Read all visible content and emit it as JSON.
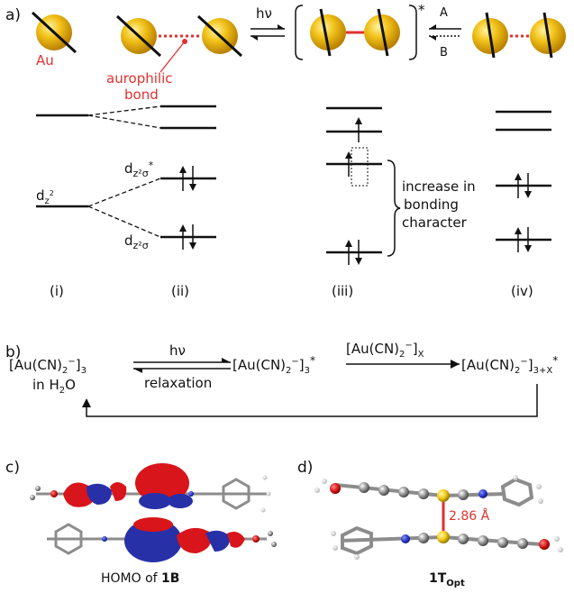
{
  "colors": {
    "gold": "#e8b21c",
    "gold_dark": "#a87a00",
    "bond_red": "#e0312f",
    "orbital_red": "#d8151a",
    "orbital_blue": "#2830a8",
    "carbon_grey": "#8c8c8c",
    "n_blue": "#3a4bd0",
    "o_red": "#d62020",
    "au_yellow": "#f2cc1a"
  },
  "panel_a": {
    "label": "a)",
    "au_label": "Au",
    "aurophilic_line1": "aurophilic",
    "aurophilic_line2": "bond",
    "hv": "hν",
    "excited_star": "*",
    "arrow_a": "A",
    "arrow_b": "B",
    "orbital_dz2": "d",
    "orbital_dz2_sub": "z",
    "orbital_dz2_sup": "2",
    "orbital_sigma_star_base": "d",
    "orbital_sigma_star_sub": "z²σ",
    "orbital_sigma_star_sup": "*",
    "orbital_sigma_base": "d",
    "orbital_sigma_sub": "z²σ",
    "bonding_note": [
      "increase in",
      "bonding",
      "character"
    ],
    "stage_labels": [
      "(i)",
      "(ii)",
      "(iii)",
      "(iv)"
    ]
  },
  "panel_b": {
    "label": "b)",
    "species1": "[Au(CN)",
    "species1_sub": "2",
    "species1_sup": "−",
    "species1_close": "]",
    "species1_n": "3",
    "solvent_pre": "in H",
    "solvent_sub": "2",
    "solvent_post": "O",
    "hv": "hν",
    "relaxation": "relaxation",
    "species2_n": "3",
    "species2_star": "*",
    "reagent_n": "X",
    "species3_n": "3+X",
    "species3_star": "*"
  },
  "panel_c": {
    "label": "c)",
    "caption_pre": "HOMO of ",
    "caption_bold": "1B"
  },
  "panel_d": {
    "label": "d)",
    "distance": "2.86 Å",
    "caption_main": "1T",
    "caption_sub": "Opt"
  }
}
